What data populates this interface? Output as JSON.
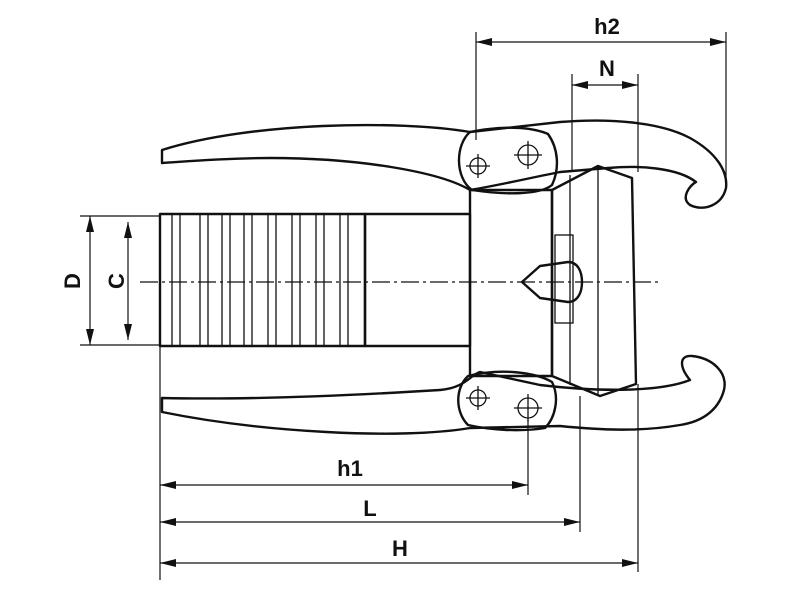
{
  "dimensions": {
    "h2": "h2",
    "N": "N",
    "D": "D",
    "C": "C",
    "h1": "h1",
    "L": "L",
    "H": "H"
  }
}
